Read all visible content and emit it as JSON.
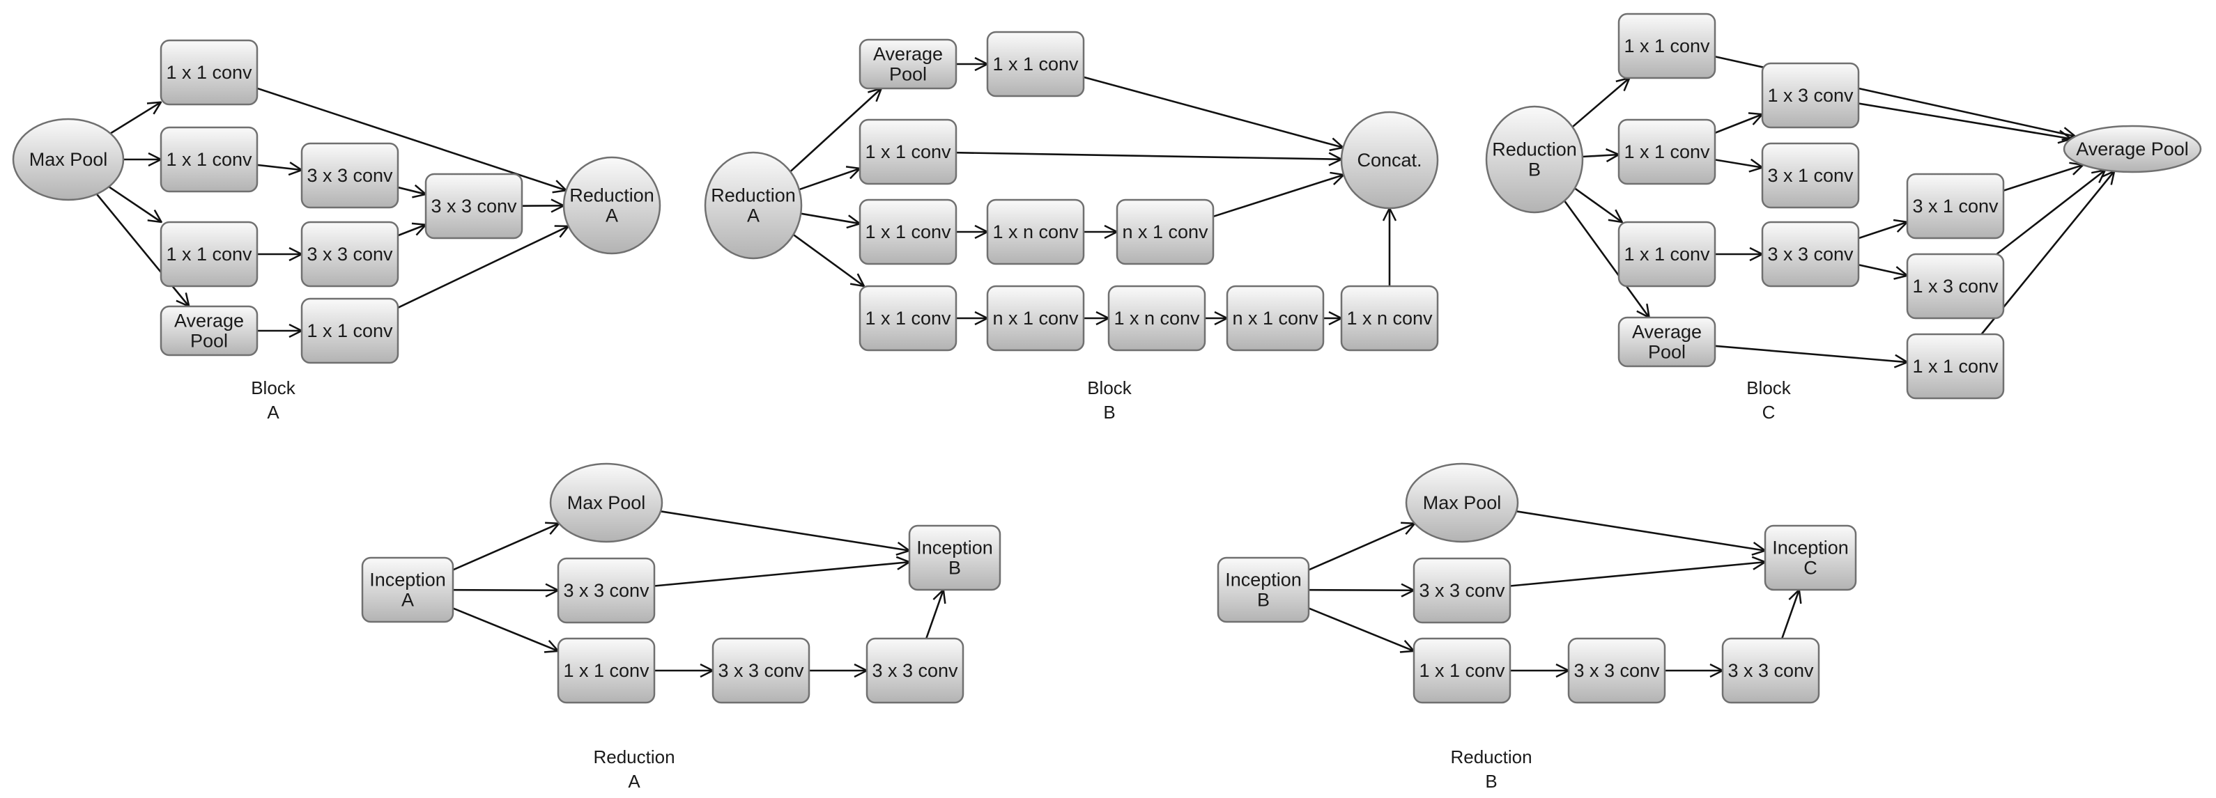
{
  "diagrams": [
    {
      "id": "block-a",
      "caption": [
        "Block",
        "A"
      ],
      "nodes": [
        {
          "id": "maxpool",
          "shape": "ellipse",
          "lines": [
            "Max Pool"
          ]
        },
        {
          "id": "c1",
          "shape": "rect",
          "lines": [
            "1 x 1 conv"
          ]
        },
        {
          "id": "c2",
          "shape": "rect",
          "lines": [
            "1 x 1 conv"
          ]
        },
        {
          "id": "c3",
          "shape": "rect",
          "lines": [
            "1 x 1 conv"
          ]
        },
        {
          "id": "avg",
          "shape": "rect",
          "lines": [
            "Average",
            "Pool"
          ]
        },
        {
          "id": "c33a",
          "shape": "rect",
          "lines": [
            "3 x 3 conv"
          ]
        },
        {
          "id": "c33b",
          "shape": "rect",
          "lines": [
            "3 x 3 conv"
          ]
        },
        {
          "id": "c4",
          "shape": "rect",
          "lines": [
            "1 x 1 conv"
          ]
        },
        {
          "id": "c33c",
          "shape": "rect",
          "lines": [
            "3 x 3 conv"
          ]
        },
        {
          "id": "red",
          "shape": "circle",
          "lines": [
            "Reduction",
            "A"
          ]
        }
      ],
      "edges": [
        [
          "maxpool",
          "c1"
        ],
        [
          "maxpool",
          "c2"
        ],
        [
          "maxpool",
          "c3"
        ],
        [
          "maxpool",
          "avg"
        ],
        [
          "c2",
          "c33a"
        ],
        [
          "c3",
          "c33b"
        ],
        [
          "avg",
          "c4"
        ],
        [
          "c33a",
          "c33c"
        ],
        [
          "c33b",
          "c33c"
        ],
        [
          "c1",
          "red"
        ],
        [
          "c33c",
          "red"
        ],
        [
          "c4",
          "red"
        ]
      ]
    },
    {
      "id": "block-b",
      "caption": [
        "Block",
        "B"
      ],
      "nodes": [
        {
          "id": "red",
          "shape": "circle",
          "lines": [
            "Reduction",
            "A"
          ]
        },
        {
          "id": "avg",
          "shape": "rect",
          "lines": [
            "Average",
            "Pool"
          ]
        },
        {
          "id": "ca",
          "shape": "rect",
          "lines": [
            "1 x 1 conv"
          ]
        },
        {
          "id": "cb",
          "shape": "rect",
          "lines": [
            "1 x 1 conv"
          ]
        },
        {
          "id": "cc",
          "shape": "rect",
          "lines": [
            "1 x 1 conv"
          ]
        },
        {
          "id": "cd",
          "shape": "rect",
          "lines": [
            "1 x n conv"
          ]
        },
        {
          "id": "ce",
          "shape": "rect",
          "lines": [
            "n x 1 conv"
          ]
        },
        {
          "id": "cf",
          "shape": "rect",
          "lines": [
            "1 x 1 conv"
          ]
        },
        {
          "id": "cg",
          "shape": "rect",
          "lines": [
            "n x 1 conv"
          ]
        },
        {
          "id": "ch",
          "shape": "rect",
          "lines": [
            "1 x n conv"
          ]
        },
        {
          "id": "ci",
          "shape": "rect",
          "lines": [
            "n x 1 conv"
          ]
        },
        {
          "id": "cj",
          "shape": "rect",
          "lines": [
            "1 x n conv"
          ]
        },
        {
          "id": "concat",
          "shape": "circle",
          "lines": [
            "Concat."
          ]
        }
      ],
      "edges": [
        [
          "red",
          "avg"
        ],
        [
          "red",
          "cb"
        ],
        [
          "red",
          "cc"
        ],
        [
          "red",
          "cf"
        ],
        [
          "avg",
          "ca"
        ],
        [
          "cc",
          "cd"
        ],
        [
          "cd",
          "ce"
        ],
        [
          "cf",
          "cg"
        ],
        [
          "cg",
          "ch"
        ],
        [
          "ch",
          "ci"
        ],
        [
          "ci",
          "cj"
        ],
        [
          "ca",
          "concat"
        ],
        [
          "cb",
          "concat"
        ],
        [
          "ce",
          "concat"
        ],
        [
          "cj",
          "concat"
        ]
      ]
    },
    {
      "id": "block-c",
      "caption": [
        "Block",
        "C"
      ],
      "nodes": [
        {
          "id": "red",
          "shape": "circle",
          "lines": [
            "Reduction",
            "B"
          ]
        },
        {
          "id": "c1",
          "shape": "rect",
          "lines": [
            "1 x 1 conv"
          ]
        },
        {
          "id": "c2",
          "shape": "rect",
          "lines": [
            "1 x 1 conv"
          ]
        },
        {
          "id": "c3",
          "shape": "rect",
          "lines": [
            "1 x 1 conv"
          ]
        },
        {
          "id": "avg",
          "shape": "rect",
          "lines": [
            "Average",
            "Pool"
          ]
        },
        {
          "id": "c13",
          "shape": "rect",
          "lines": [
            "1 x 3 conv"
          ]
        },
        {
          "id": "c31",
          "shape": "rect",
          "lines": [
            "3 x 1 conv"
          ]
        },
        {
          "id": "c33",
          "shape": "rect",
          "lines": [
            "3 x 3 conv"
          ]
        },
        {
          "id": "c31b",
          "shape": "rect",
          "lines": [
            "3 x 1 conv"
          ]
        },
        {
          "id": "c13b",
          "shape": "rect",
          "lines": [
            "1 x 3 conv"
          ]
        },
        {
          "id": "c4",
          "shape": "rect",
          "lines": [
            "1 x 1 conv"
          ]
        },
        {
          "id": "out",
          "shape": "ellipse",
          "lines": [
            "Average Pool"
          ]
        }
      ],
      "edges": [
        [
          "red",
          "c1"
        ],
        [
          "red",
          "c2"
        ],
        [
          "red",
          "c3"
        ],
        [
          "red",
          "avg"
        ],
        [
          "c2",
          "c13"
        ],
        [
          "c2",
          "c31"
        ],
        [
          "c3",
          "c33"
        ],
        [
          "c33",
          "c31b"
        ],
        [
          "c33",
          "c13b"
        ],
        [
          "avg",
          "c4"
        ],
        [
          "c1",
          "out"
        ],
        [
          "c13",
          "out"
        ],
        [
          "c31b",
          "out"
        ],
        [
          "c13b",
          "out"
        ],
        [
          "c4",
          "out"
        ]
      ]
    },
    {
      "id": "reduction-a",
      "caption": [
        "Reduction",
        "A"
      ],
      "nodes": [
        {
          "id": "inc",
          "shape": "rect",
          "lines": [
            "Inception",
            "A"
          ]
        },
        {
          "id": "mp",
          "shape": "ellipse",
          "lines": [
            "Max Pool"
          ]
        },
        {
          "id": "c33",
          "shape": "rect",
          "lines": [
            "3 x 3 conv"
          ]
        },
        {
          "id": "c11",
          "shape": "rect",
          "lines": [
            "1 x 1 conv"
          ]
        },
        {
          "id": "c33b",
          "shape": "rect",
          "lines": [
            "3 x 3 conv"
          ]
        },
        {
          "id": "c33c",
          "shape": "rect",
          "lines": [
            "3 x 3 conv"
          ]
        },
        {
          "id": "out",
          "shape": "rect",
          "lines": [
            "Inception",
            "B"
          ]
        }
      ],
      "edges": [
        [
          "inc",
          "mp"
        ],
        [
          "inc",
          "c33"
        ],
        [
          "inc",
          "c11"
        ],
        [
          "c11",
          "c33b"
        ],
        [
          "c33b",
          "c33c"
        ],
        [
          "mp",
          "out"
        ],
        [
          "c33",
          "out"
        ],
        [
          "c33c",
          "out"
        ]
      ]
    },
    {
      "id": "reduction-b",
      "caption": [
        "Reduction",
        "B"
      ],
      "nodes": [
        {
          "id": "inc",
          "shape": "rect",
          "lines": [
            "Inception",
            "B"
          ]
        },
        {
          "id": "mp",
          "shape": "ellipse",
          "lines": [
            "Max Pool"
          ]
        },
        {
          "id": "c33",
          "shape": "rect",
          "lines": [
            "3 x 3 conv"
          ]
        },
        {
          "id": "c11",
          "shape": "rect",
          "lines": [
            "1 x 1 conv"
          ]
        },
        {
          "id": "c33b",
          "shape": "rect",
          "lines": [
            "3 x 3 conv"
          ]
        },
        {
          "id": "c33c",
          "shape": "rect",
          "lines": [
            "3 x 3 conv"
          ]
        },
        {
          "id": "out",
          "shape": "rect",
          "lines": [
            "Inception",
            "C"
          ]
        }
      ],
      "edges": [
        [
          "inc",
          "mp"
        ],
        [
          "inc",
          "c33"
        ],
        [
          "inc",
          "c11"
        ],
        [
          "c11",
          "c33b"
        ],
        [
          "c33b",
          "c33c"
        ],
        [
          "mp",
          "out"
        ],
        [
          "c33",
          "out"
        ],
        [
          "c33c",
          "out"
        ]
      ]
    }
  ]
}
